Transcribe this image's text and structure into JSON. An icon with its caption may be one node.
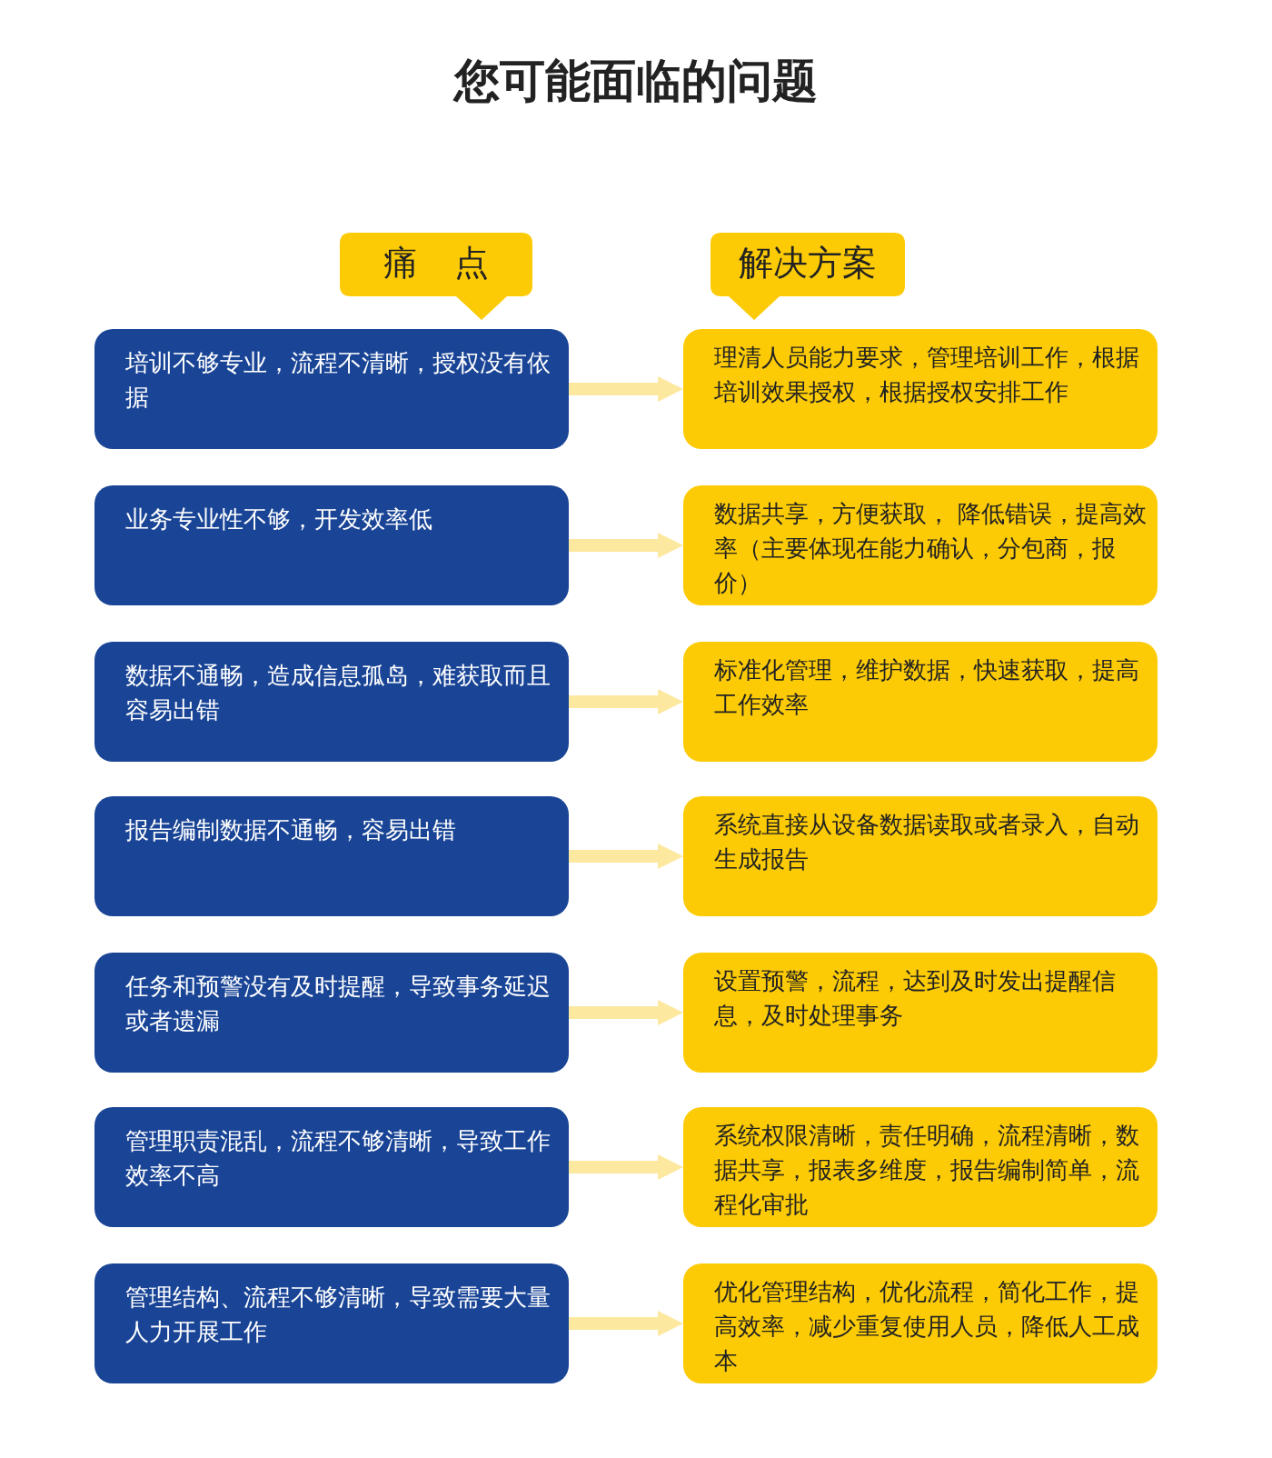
{
  "diagram": {
    "title": "您可能面临的问题",
    "nodes": [
      {
        "text": [
          "痛 点"
        ]
      },
      {
        "text": [
          "解决方案"
        ]
      },
      {
        "text": [
          "培训不够专业，流程不清晰，授权没有依据"
        ]
      },
      {
        "text": [
          "理清人员能力要求，管理培训工作，根据培训效果授权，根据授权安排工作"
        ]
      },
      {
        "text": [
          "业务专业性不够，开发效率低"
        ]
      },
      {
        "text": [
          "数据共享，方便获取， 降低错误，提高效率（主要体现在能力确认，分包商，报价）"
        ]
      },
      {
        "text": [
          "数据不通畅，造成信息孤岛，难获取而且容易出错"
        ]
      },
      {
        "text": [
          "标准化管理，维护数据，快速获取，提高工作效率"
        ]
      },
      {
        "text": [
          "报告编制数据不通畅，容易出错"
        ]
      },
      {
        "text": [
          "系统直接从设备数据读取或者录入，自动生成报告"
        ]
      },
      {
        "text": [
          "任务和预警没有及时提醒，导致事务延迟或者遗漏"
        ]
      },
      {
        "text": [
          "设置预警，流程，达到及时发出提醒信息，及时处理事务"
        ]
      },
      {
        "text": [
          "管理职责混乱，流程不够清晰，导致工作效率不高"
        ]
      },
      {
        "text": [
          "系统权限清晰，责任明确，流程清晰，数据共享，报表多维度，报告编制简单，流程化审批"
        ]
      },
      {
        "text": [
          "管理结构、流程不够清晰，导致需要大量人力开展工作"
        ]
      },
      {
        "text": [
          "优化管理结构，优化流程，简化工作，提高效率，减少重复使用人员，降低人工成本"
        ]
      }
    ],
    "edges": [
      {
        "from": 2,
        "to": 3,
        "arrow": "to"
      },
      {
        "from": 4,
        "to": 5,
        "arrow": "to"
      },
      {
        "from": 6,
        "to": 7,
        "arrow": "to"
      },
      {
        "from": 8,
        "to": 9,
        "arrow": "to"
      },
      {
        "from": 10,
        "to": 11,
        "arrow": "to"
      },
      {
        "from": 12,
        "to": 13,
        "arrow": "to"
      },
      {
        "from": 14,
        "to": 15,
        "arrow": "to"
      }
    ]
  }
}
